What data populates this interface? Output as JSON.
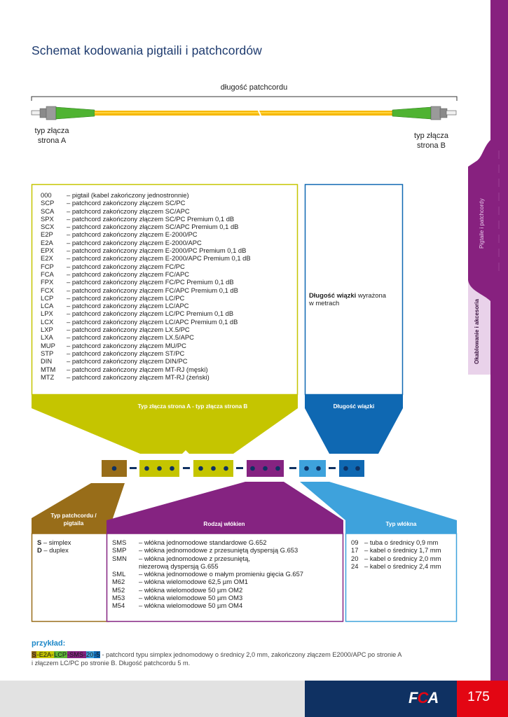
{
  "page": {
    "title": "Schemat kodowania pigtaili i patchcordów",
    "page_number": "175",
    "brand": {
      "pre": "F",
      "mid": "C",
      "post": "A"
    },
    "side_tabs": [
      {
        "label": "Pigtaile i patchcordy",
        "active": true
      },
      {
        "label": "Okablowanie i akcesoria",
        "active": false
      }
    ],
    "colors": {
      "title": "#1d3a6e",
      "connector_green": "#c5c500",
      "length_blue": "#0f68b2",
      "type_brown": "#986d19",
      "fiber_purple": "#852381",
      "cable_lightblue": "#3ea2dc",
      "dot_navy": "#0f3162",
      "side_purple": "#87217f",
      "footer_navy": "#0f3162",
      "footer_red": "#e30613"
    }
  },
  "cable_diagram": {
    "length_label": "długość patchcordu",
    "side_a_label": [
      "typ złącza",
      "strona A"
    ],
    "side_b_label": [
      "typ złącza",
      "strona B"
    ]
  },
  "connector_box": {
    "header": "Typ złącza strona A - typ złącza strona B",
    "items": [
      {
        "code": "000",
        "desc": "– pigtail (kabel zakończony jednostronnie)"
      },
      {
        "code": "SCP",
        "desc": "– patchcord zakończony złączem SC/PC"
      },
      {
        "code": "SCA",
        "desc": "– patchcord zakończony złączem SC/APC"
      },
      {
        "code": "SPX",
        "desc": "– patchcord zakończony złączem SC/PC Premium 0,1 dB"
      },
      {
        "code": "SCX",
        "desc": "– patchcord zakończony złączem SC/APC Premium 0,1 dB"
      },
      {
        "code": "E2P",
        "desc": "– patchcord zakończony złączem E-2000/PC"
      },
      {
        "code": "E2A",
        "desc": "– patchcord zakończony złączem E-2000/APC"
      },
      {
        "code": "EPX",
        "desc": "– patchcord zakończony złączem E-2000/PC Premium 0,1 dB"
      },
      {
        "code": "E2X",
        "desc": "– patchcord zakończony złączem E-2000/APC Premium 0,1 dB"
      },
      {
        "code": "FCP",
        "desc": "– patchcord zakończony złączem FC/PC"
      },
      {
        "code": "FCA",
        "desc": "– patchcord zakończony złączem FC/APC"
      },
      {
        "code": "FPX",
        "desc": "– patchcord zakończony złączem FC/PC Premium 0,1 dB"
      },
      {
        "code": "FCX",
        "desc": "– patchcord zakończony złączem FC/APC Premium 0,1 dB"
      },
      {
        "code": "LCP",
        "desc": "– patchcord zakończony złączem LC/PC"
      },
      {
        "code": "LCA",
        "desc": "– patchcord zakończony złączem LC/APC"
      },
      {
        "code": "LPX",
        "desc": "– patchcord zakończony złączem LC/PC Premium 0,1 dB"
      },
      {
        "code": "LCX",
        "desc": "– patchcord zakończony złączem LC/APC Premium 0,1 dB"
      },
      {
        "code": "LXP",
        "desc": "– patchcord zakończony złączem LX.5/PC"
      },
      {
        "code": "LXA",
        "desc": "– patchcord zakończony złączem LX.5/APC"
      },
      {
        "code": "MUP",
        "desc": "– patchcord zakończony złączem MU/PC"
      },
      {
        "code": "STP",
        "desc": "– patchcord zakończony złączem ST/PC"
      },
      {
        "code": "DIN",
        "desc": "– patchcord zakończony złączem DIN/PC"
      },
      {
        "code": "MTM",
        "desc": "– patchcord zakończony złączem MT-RJ (męski)"
      },
      {
        "code": "MTZ",
        "desc": "– patchcord zakończony złączem MT-RJ (żeński)"
      }
    ]
  },
  "length_box": {
    "header": "Długość wiązki",
    "desc_bold": "Długość wiązki",
    "desc_rest": " wyrażona",
    "desc_line2": "w metrach"
  },
  "code_pattern": {
    "segments": [
      {
        "name": "patchcord-type",
        "dots": 1
      },
      {
        "name": "connector-a",
        "dots": 3
      },
      {
        "name": "connector-b",
        "dots": 3
      },
      {
        "name": "fiber-kind",
        "dots": 3
      },
      {
        "name": "fiber-type",
        "dots": 2
      },
      {
        "name": "length",
        "dots": 2
      }
    ]
  },
  "type_box": {
    "header_line1": "Typ patchcordu /",
    "header_line2": "pigtaila",
    "items": [
      {
        "code": "S",
        "desc": " – simplex"
      },
      {
        "code": "D",
        "desc": " – duplex"
      }
    ]
  },
  "fiber_box": {
    "header": "Rodzaj włókien",
    "items": [
      {
        "code": "SMS",
        "desc": "– włókna jednomodowe standardowe G.652"
      },
      {
        "code": "SMP",
        "desc": "– włókna jednomodowe z przesuniętą dyspersją G.653"
      },
      {
        "code": "SMN",
        "desc": "– włókna jednomodowe z przesuniętą,"
      },
      {
        "code": "",
        "desc": "   niezerową dyspersją G.655"
      },
      {
        "code": "SML",
        "desc": "– włókna jednomodowe o małym promieniu gięcia G.657"
      },
      {
        "code": "M62",
        "desc": "– włókna wielomodowe 62,5 µm OM1"
      },
      {
        "code": "M52",
        "desc": "– włókna wielomodowe 50 µm OM2"
      },
      {
        "code": "M53",
        "desc": "– włókna wielomodowe 50 µm OM3"
      },
      {
        "code": "M54",
        "desc": "– włókna wielomodowe 50 µm OM4"
      }
    ]
  },
  "cable_box": {
    "header": "Typ włókna",
    "items": [
      {
        "code": "09",
        "desc": "– tuba o średnicy 0,9 mm"
      },
      {
        "code": "17",
        "desc": "– kabel o średnicy 1,7 mm"
      },
      {
        "code": "20",
        "desc": "– kabel o średnicy 2,0 mm"
      },
      {
        "code": "24",
        "desc": "– kabel o średnicy 2,4 mm"
      }
    ]
  },
  "example": {
    "label": "przykład:",
    "code_parts": [
      {
        "text": "S",
        "color": "#986d19"
      },
      {
        "text": "-E2A-",
        "color": "#c5c500"
      },
      {
        "text": "LCP",
        "color": "#5fb536"
      },
      {
        "text": "-SMS-",
        "color": "#852381"
      },
      {
        "text": "20",
        "color": "#3ea2dc"
      },
      {
        "text": "-5",
        "color": "#0f68b2"
      }
    ],
    "description": " - patchcord typu simplex jednomodowy o średnicy 2,0 mm, zakończony złączem E2000/APC po stronie A",
    "description_line2": "i złączem LC/PC po stronie B. Długość patchcordu 5 m."
  }
}
